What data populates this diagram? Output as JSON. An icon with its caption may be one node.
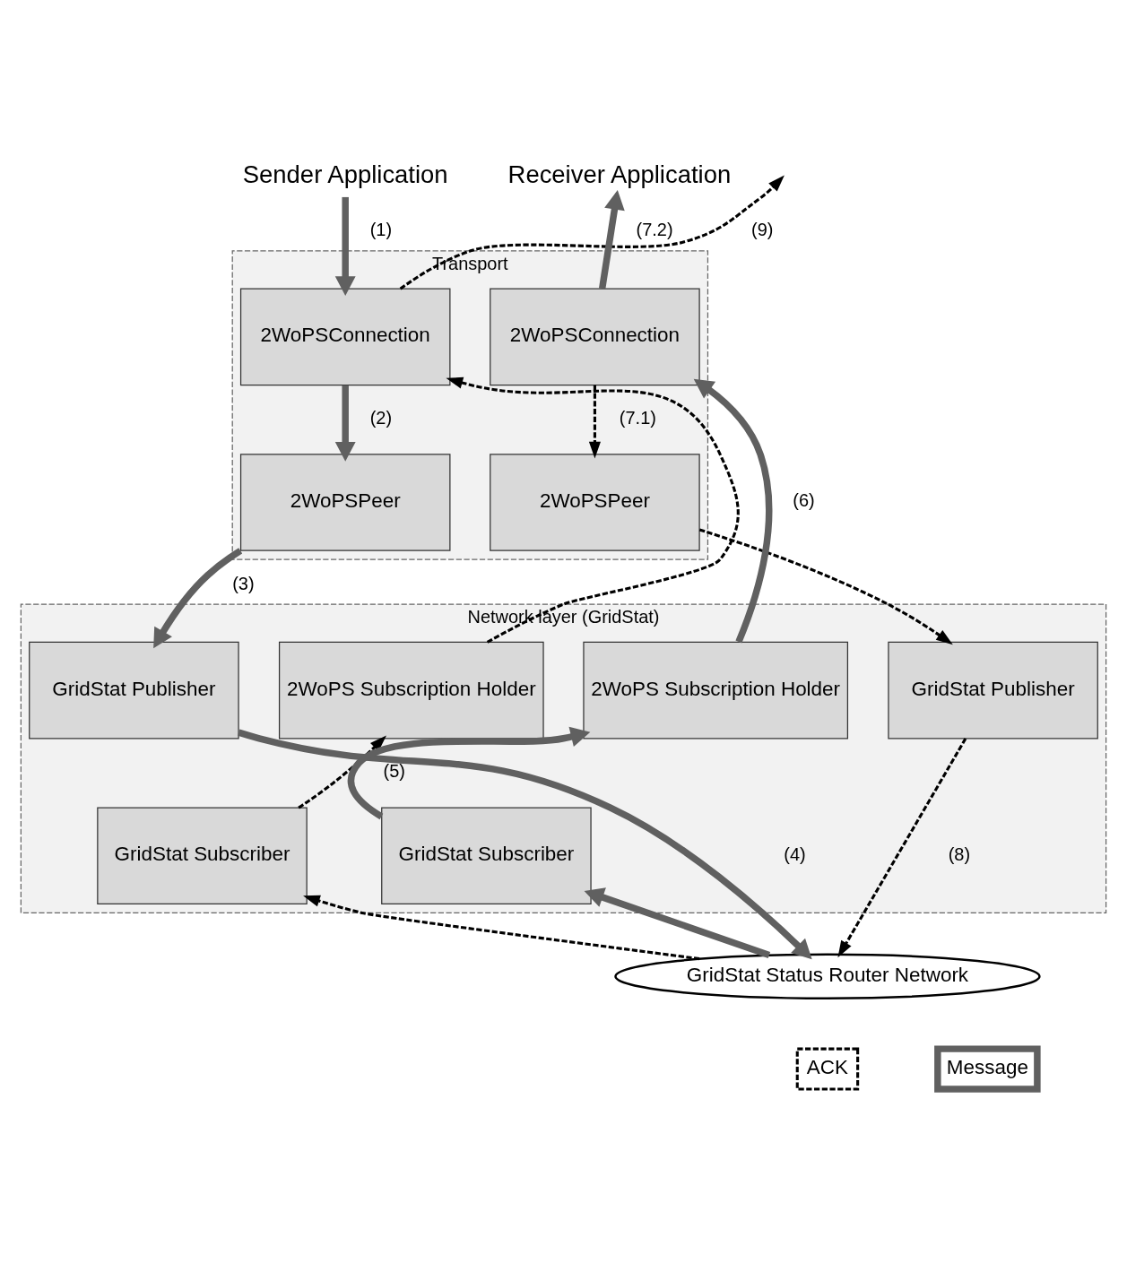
{
  "diagram": {
    "nodes": [
      {
        "text": [
          "Sender Application"
        ]
      },
      {
        "text": [
          "Receiver Application"
        ]
      },
      {
        "text": [
          "Transport"
        ]
      },
      {
        "text": [
          "Network layer (GridStat)"
        ]
      },
      {
        "text": [
          "2WoPSConnection"
        ],
        "in": 2
      },
      {
        "text": [
          "2WoPSPeer"
        ],
        "in": 2
      },
      {
        "text": [
          "GridStat Publisher"
        ],
        "in": 3
      },
      {
        "text": [
          "2WoPS Subscription Holder"
        ],
        "in": 3
      },
      {
        "text": [
          "GridStat Subscriber"
        ],
        "in": 3
      },
      {
        "text": [
          "2WoPSConnection"
        ],
        "in": 2
      },
      {
        "text": [
          "2WoPSPeer"
        ],
        "in": 2
      },
      {
        "text": [
          "GridStat Publisher"
        ],
        "in": 3
      },
      {
        "text": [
          "2WoPS Subscription Holder"
        ],
        "in": 3
      },
      {
        "text": [
          "GridStat Subscriber"
        ],
        "in": 3
      },
      {
        "text": [
          "GridStat Status Router Network"
        ]
      }
    ],
    "edges": [
      {
        "from": 0,
        "to": 4,
        "arrow": "to",
        "label": "(1)"
      },
      {
        "from": 4,
        "to": 5,
        "arrow": "to",
        "label": "(2)"
      },
      {
        "from": 5,
        "to": 6,
        "arrow": "to",
        "label": "(3)"
      },
      {
        "from": 6,
        "to": 14,
        "arrow": "to",
        "label": "(4)"
      },
      {
        "from": 14,
        "to": 13,
        "arrow": "to"
      },
      {
        "from": 13,
        "to": 12,
        "arrow": "to",
        "label": "(5)"
      },
      {
        "from": 12,
        "to": 9,
        "arrow": "to",
        "label": "(6)"
      },
      {
        "from": 9,
        "to": 1,
        "arrow": "to",
        "label": "(7.2)"
      },
      {
        "from": 9,
        "to": 10,
        "arrow": "to",
        "label": "(7.1)",
        "style": "dashed",
        "color": "#000000"
      },
      {
        "from": 10,
        "to": 11,
        "arrow": "to",
        "style": "dashed",
        "color": "#000000"
      },
      {
        "from": 11,
        "to": 14,
        "arrow": "to",
        "label": "(8)",
        "style": "dashed",
        "color": "#000000"
      },
      {
        "from": 14,
        "to": 8,
        "arrow": "to",
        "style": "dashed",
        "color": "#000000"
      },
      {
        "from": 8,
        "to": 7,
        "arrow": "to",
        "style": "dashed",
        "color": "#000000"
      },
      {
        "from": 7,
        "to": 4,
        "arrow": "to",
        "style": "dashed",
        "color": "#000000"
      },
      {
        "from": 4,
        "to": null,
        "arrow": "to",
        "label": "(9)",
        "style": "dashed",
        "color": "#000000"
      }
    ],
    "legend": [
      {
        "text": "ACK"
      },
      {
        "text": "Message"
      }
    ]
  }
}
